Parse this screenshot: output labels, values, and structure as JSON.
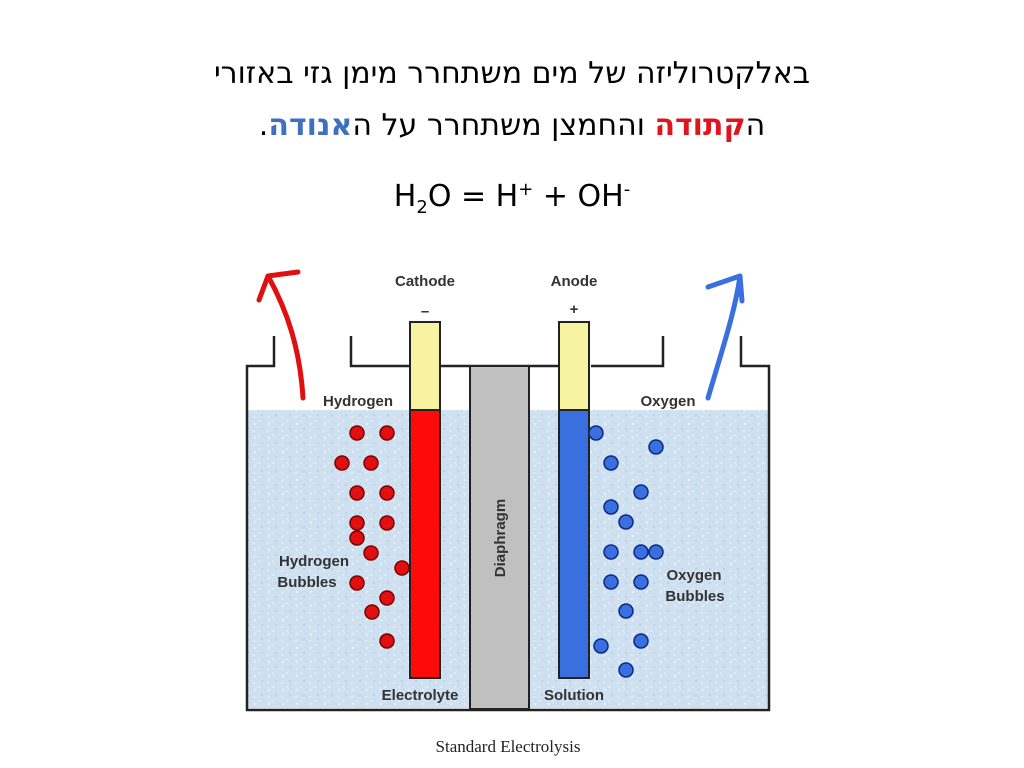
{
  "heading": {
    "line1": "באלקטרוליזה של מים משתחרר מימן גזי באזורי",
    "line2_prefix": "ה",
    "line2_cathode": "קתודה",
    "line2_middle": " והחמצן משתחרר על ה",
    "line2_anode": "אנודה",
    "line2_suffix": ".",
    "cathode_color": "#e0141e",
    "anode_color": "#3e6fc0"
  },
  "equation": {
    "p1": "H",
    "sub": "2",
    "p2": "O = H",
    "sup1": "+",
    "p3": " + OH",
    "sup2": "-"
  },
  "diagram": {
    "cathode_label": "Cathode",
    "cathode_sign": "–",
    "anode_label": "Anode",
    "anode_sign": "+",
    "hydrogen_label": "Hydrogen",
    "oxygen_label": "Oxygen",
    "hydrogen_bubbles_line1": "Hydrogen",
    "hydrogen_bubbles_line2": "Bubbles",
    "oxygen_bubbles_line1": "Oxygen",
    "oxygen_bubbles_line2": "Bubbles",
    "diaphragm_label": "Diaphragm",
    "electrolyte_label": "Electrolyte",
    "solution_label": "Solution",
    "caption": "Standard Electrolysis",
    "colors": {
      "hydrogen": "#e01010",
      "oxygen": "#3a6fe0",
      "electrode_cap": "#f7f3a0",
      "diaphragm": "#c0c0c0",
      "electrolyte": "#cfe1f0"
    }
  }
}
